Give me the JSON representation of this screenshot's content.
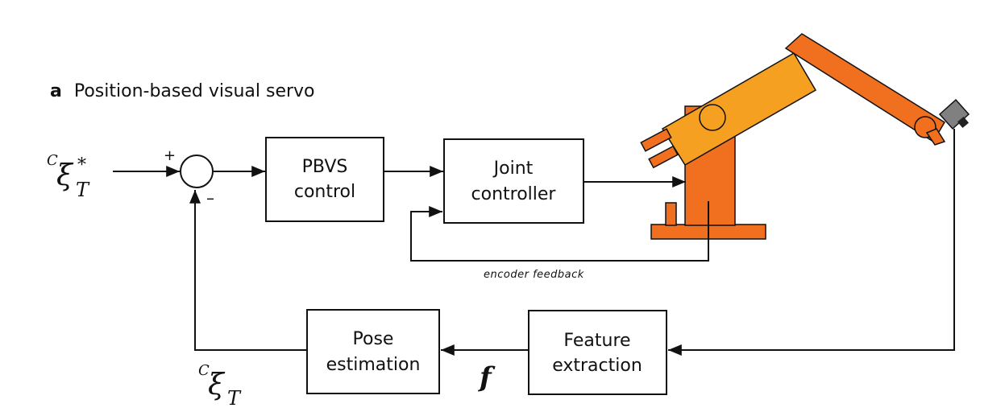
{
  "figure": {
    "panel_letter": "a",
    "title": "Position-based visual servo"
  },
  "blocks": {
    "pbvs_control": [
      "PBVS",
      "control"
    ],
    "joint_controller": [
      "Joint",
      "controller"
    ],
    "pose_estimation": [
      "Pose",
      "estimation"
    ],
    "feature_extraction": [
      "Feature",
      "extraction"
    ]
  },
  "summing_junction": {
    "plus_sign": "+",
    "minus_sign": "–"
  },
  "signals": {
    "reference_superscript": "C",
    "reference_symbol": "ξ",
    "reference_star": "*",
    "reference_subscript": "T",
    "estimate_superscript": "C",
    "estimate_symbol": "ξ",
    "estimate_subscript": "T",
    "feature_vector": "f",
    "encoder_feedback": "encoder feedback"
  },
  "colors": {
    "robot_dark_orange": "#f07020",
    "robot_light_orange": "#f5a020",
    "camera_gray": "#808080",
    "line": "#111111"
  },
  "icons": {
    "robot": "industrial-robot-arm-icon",
    "camera": "camera-icon"
  }
}
